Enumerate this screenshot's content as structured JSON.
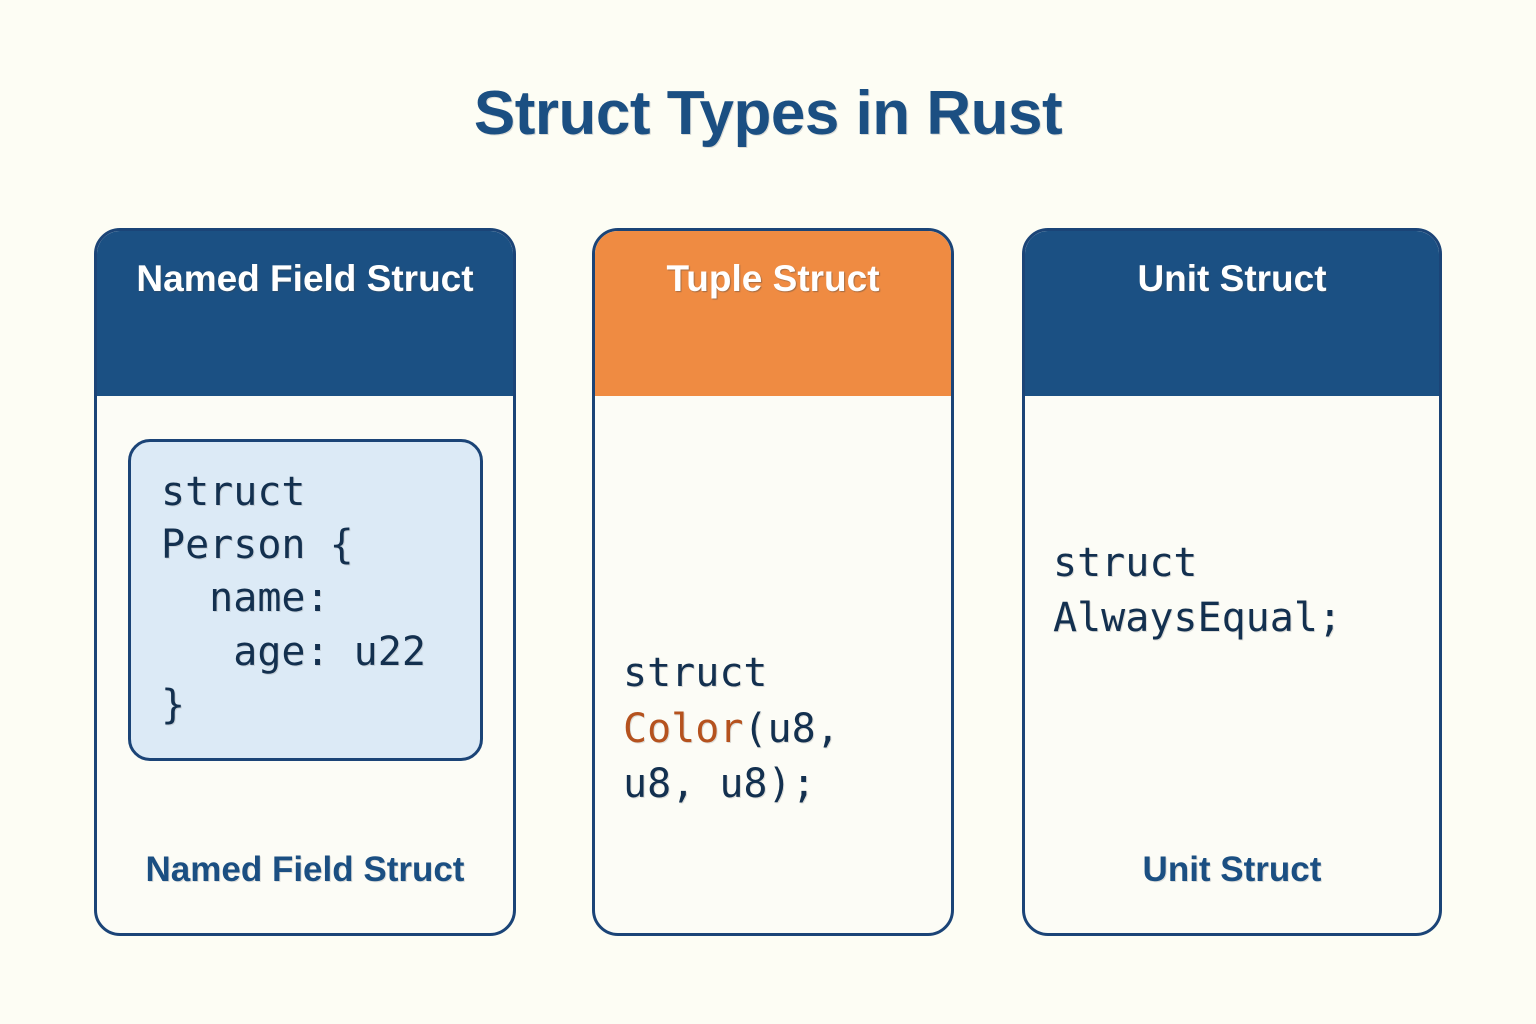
{
  "page": {
    "title": "Struct Types in Rust",
    "background_color": "#fdfdf4",
    "accent_navy": "#1b5083",
    "accent_orange": "#ef8b42",
    "code_box_fill": "#dceaf6",
    "code_text_color": "#13304f",
    "identifier_color": "#b5521e"
  },
  "cards": [
    {
      "header": "Named Field\nStruct",
      "header_color": "#1b5083",
      "code": "struct Person {\n  name:\n   age: u22\n}",
      "caption": "Named Field\nStruct"
    },
    {
      "header": "Tuple\nStruct",
      "header_color": "#ef8b42",
      "code_prefix": "struct ",
      "code_identifier": "Color",
      "code_suffix": "(u8, u8, u8);",
      "caption": ""
    },
    {
      "header": "Unit\nStruct",
      "header_color": "#1b5083",
      "code": "struct AlwaysEqual;",
      "caption": "Unit Struct"
    }
  ]
}
